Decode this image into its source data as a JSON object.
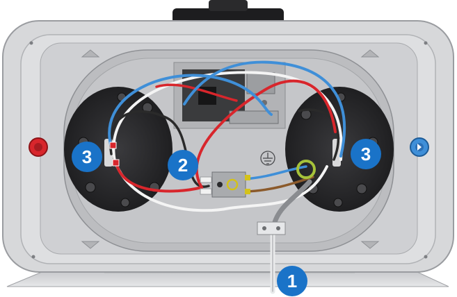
{
  "callouts": [
    {
      "id": "1",
      "label": "1"
    },
    {
      "id": "2",
      "label": "2"
    },
    {
      "id": "3-left",
      "label": "3"
    },
    {
      "id": "3-right",
      "label": "3"
    }
  ],
  "symbols": {
    "ground": "protective-earth-icon",
    "hot_connector": "red-hot-water-connector-icon",
    "cold_connector": "blue-cold-water-connector-icon"
  },
  "colors": {
    "callout_fill": "#1a73c8",
    "housing": "#d7d8da",
    "housing_edge": "#9a9ca0",
    "heater_disc": "#2b2b2d",
    "wire_red": "#d8262c",
    "wire_blue": "#3f8fd8",
    "wire_white": "#f4f4f4",
    "wire_black": "#2a2a2a",
    "wire_brown": "#8b5a2b",
    "wire_green_yellow": "#a6c23a",
    "wire_grey": "#8a8c90"
  }
}
